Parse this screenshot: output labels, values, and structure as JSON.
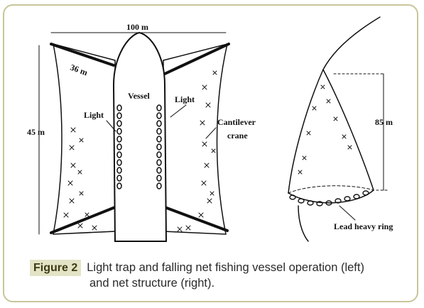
{
  "labels": {
    "width": "100 m",
    "diagonal": "36 m",
    "height": "45 m",
    "vessel": "Vessel",
    "light_left": "Light",
    "light_right": "Light",
    "cantilever_line1": "Cantilever",
    "cantilever_line2": "crane",
    "net_height": "85 m",
    "ring": "Lead heavy ring"
  },
  "caption": {
    "badge": "Figure 2",
    "line1": "Light trap and falling net fishing vessel operation (left)",
    "line2": "and net structure (right)."
  },
  "colors": {
    "frame": "#c8c59a",
    "badge_bg": "#e3e3c6",
    "ink": "#111111"
  }
}
